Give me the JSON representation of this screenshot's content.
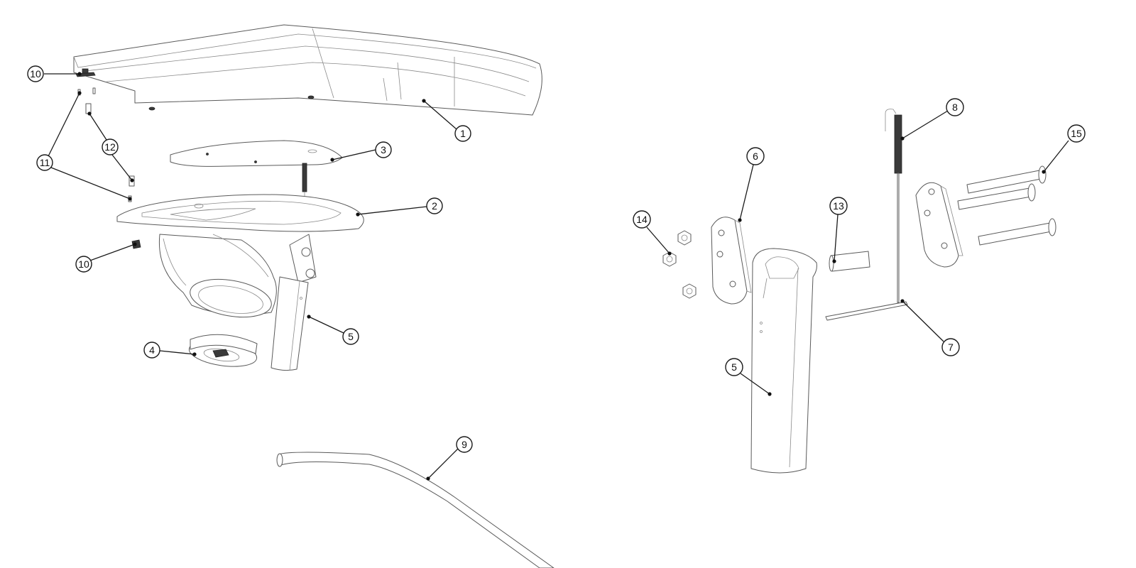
{
  "left_view": {
    "callouts": [
      "10",
      "11",
      "12",
      "1",
      "3",
      "2",
      "10",
      "4",
      "5",
      "9"
    ]
  },
  "right_view": {
    "callouts": [
      "8",
      "6",
      "14",
      "13",
      "15",
      "7",
      "5"
    ]
  },
  "colors": {
    "line": "#5a5a5a",
    "callout": "#1a1a1a",
    "background": "#ffffff"
  }
}
